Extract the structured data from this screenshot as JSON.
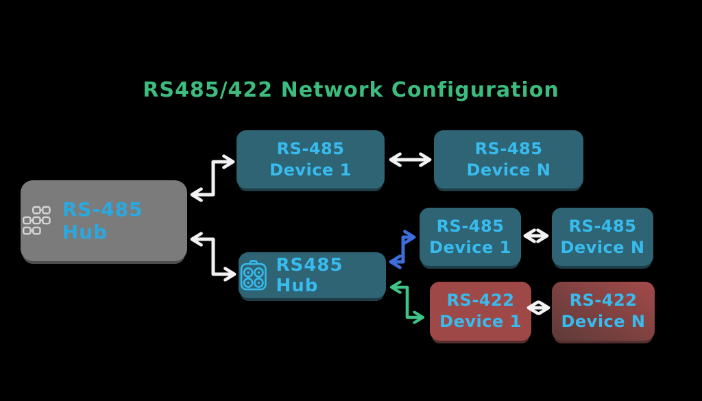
{
  "title": {
    "text": "RS485/422 Network Configuration"
  },
  "colors": {
    "background": "#000000",
    "title_green": "#3cbc7e",
    "device_label_cyan": "#38bbee",
    "main_hub_label_cyan": "#29a9e0",
    "teal_box": "#2e6474",
    "gray_box": "#7b7b7b",
    "red_box": "#9e4947",
    "red_box_gradient_dark": "#5d3b39",
    "arrow_white": "#f2f2f2",
    "arrow_blue": "#3e6edb",
    "arrow_green": "#3fc487",
    "grid_icon_gray": "#d6d6d6"
  },
  "nodes": {
    "main_hub": {
      "label": "RS-485 Hub",
      "icon": "squares-grid-icon"
    },
    "sub_hub": {
      "label": "RS485 Hub",
      "icon": "four-port-hub-icon"
    },
    "top_dev1": {
      "line1": "RS-485",
      "line2": "Device 1"
    },
    "top_devN": {
      "line1": "RS-485",
      "line2": "Device N"
    },
    "mid_dev1": {
      "line1": "RS-485",
      "line2": "Device 1"
    },
    "mid_devN": {
      "line1": "RS-485",
      "line2": "Device N"
    },
    "bot_dev1": {
      "line1": "RS-422",
      "line2": "Device 1"
    },
    "bot_devN": {
      "line1": "RS-422",
      "line2": "Device N"
    }
  },
  "edges": [
    {
      "from": "main_hub",
      "to": "top_dev1",
      "style": "white-elbow-double-arrow"
    },
    {
      "from": "main_hub",
      "to": "sub_hub",
      "style": "white-elbow-double-arrow"
    },
    {
      "from": "top_dev1",
      "to": "top_devN",
      "style": "white-straight-double-arrow"
    },
    {
      "from": "sub_hub",
      "to": "mid_dev1",
      "style": "blue-elbow-double-arrow"
    },
    {
      "from": "mid_dev1",
      "to": "mid_devN",
      "style": "white-straight-double-arrow"
    },
    {
      "from": "sub_hub",
      "to": "bot_dev1",
      "style": "green-elbow-double-arrow"
    },
    {
      "from": "bot_dev1",
      "to": "bot_devN",
      "style": "white-straight-double-arrow"
    }
  ]
}
